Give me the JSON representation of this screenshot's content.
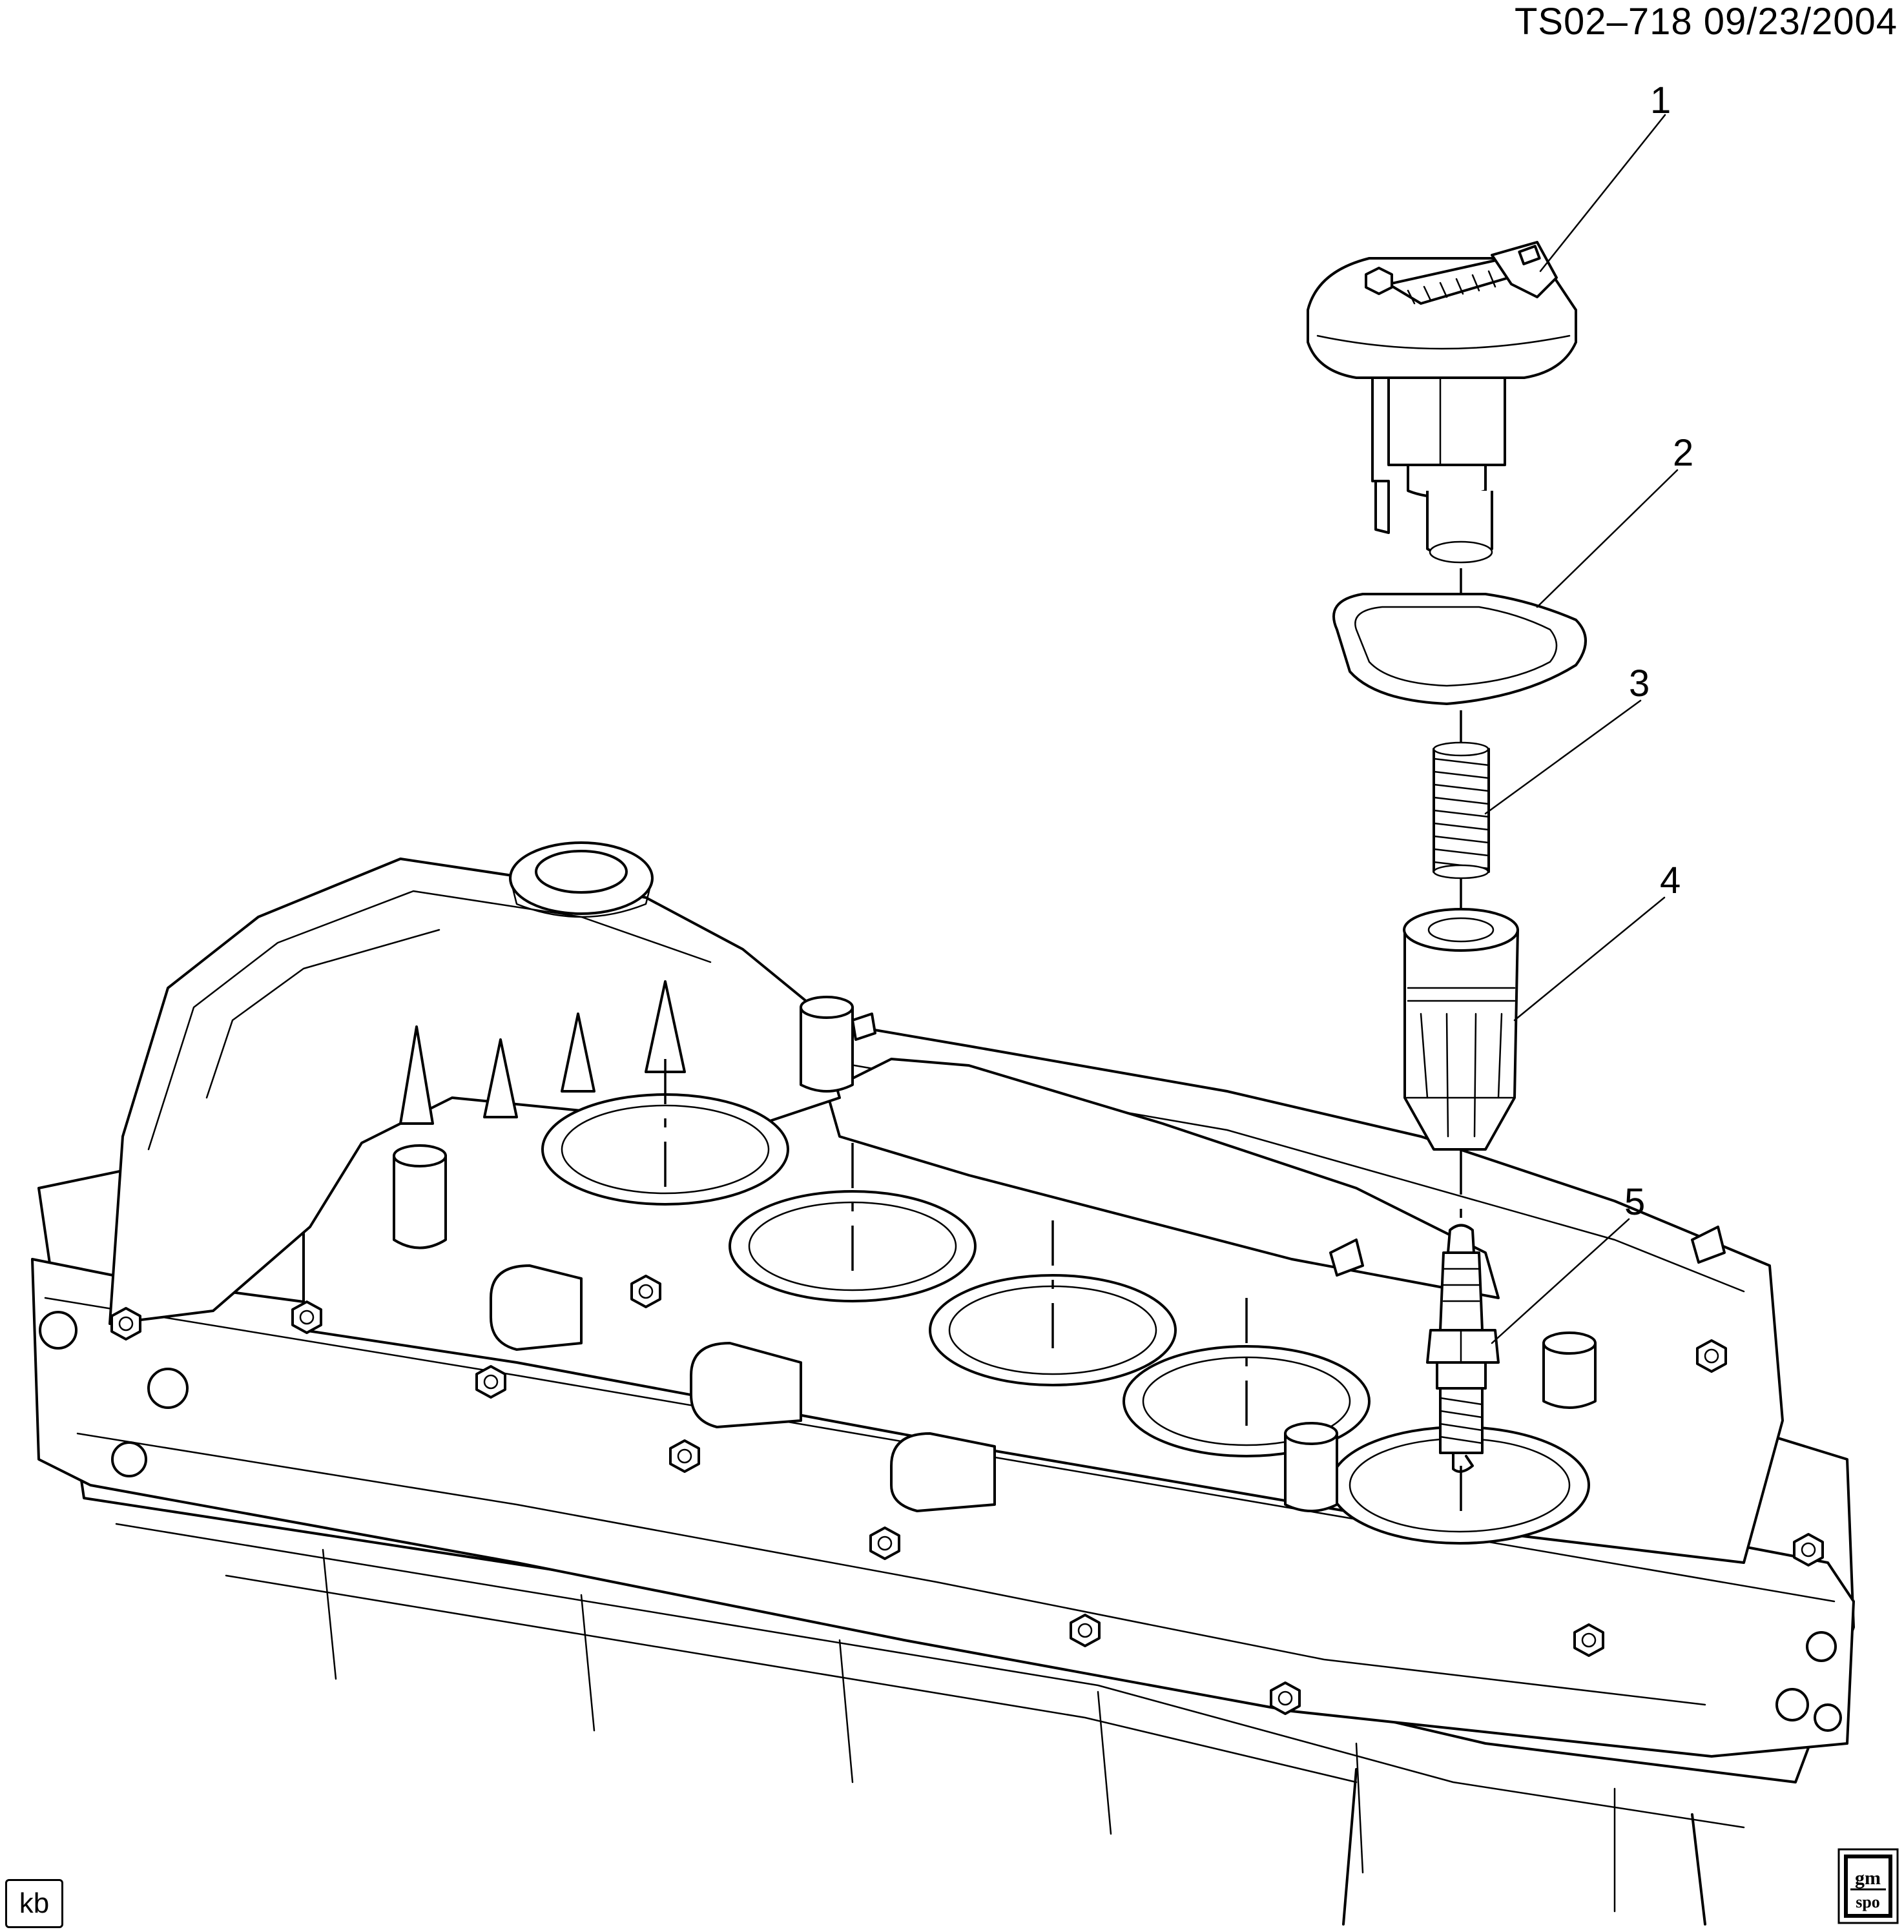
{
  "header": {
    "text": "TS02–718  09/23/2004"
  },
  "callouts": [
    {
      "label": "1",
      "part": "ignition-coil"
    },
    {
      "label": "2",
      "part": "coil-gasket"
    },
    {
      "label": "3",
      "part": "spring"
    },
    {
      "label": "4",
      "part": "spark-plug-boot"
    },
    {
      "label": "5",
      "part": "spark-plug"
    }
  ],
  "footer": {
    "badge": "kb"
  },
  "logo": {
    "icon": "gm-spo-logo",
    "line1": "gm",
    "line2": "spo"
  }
}
